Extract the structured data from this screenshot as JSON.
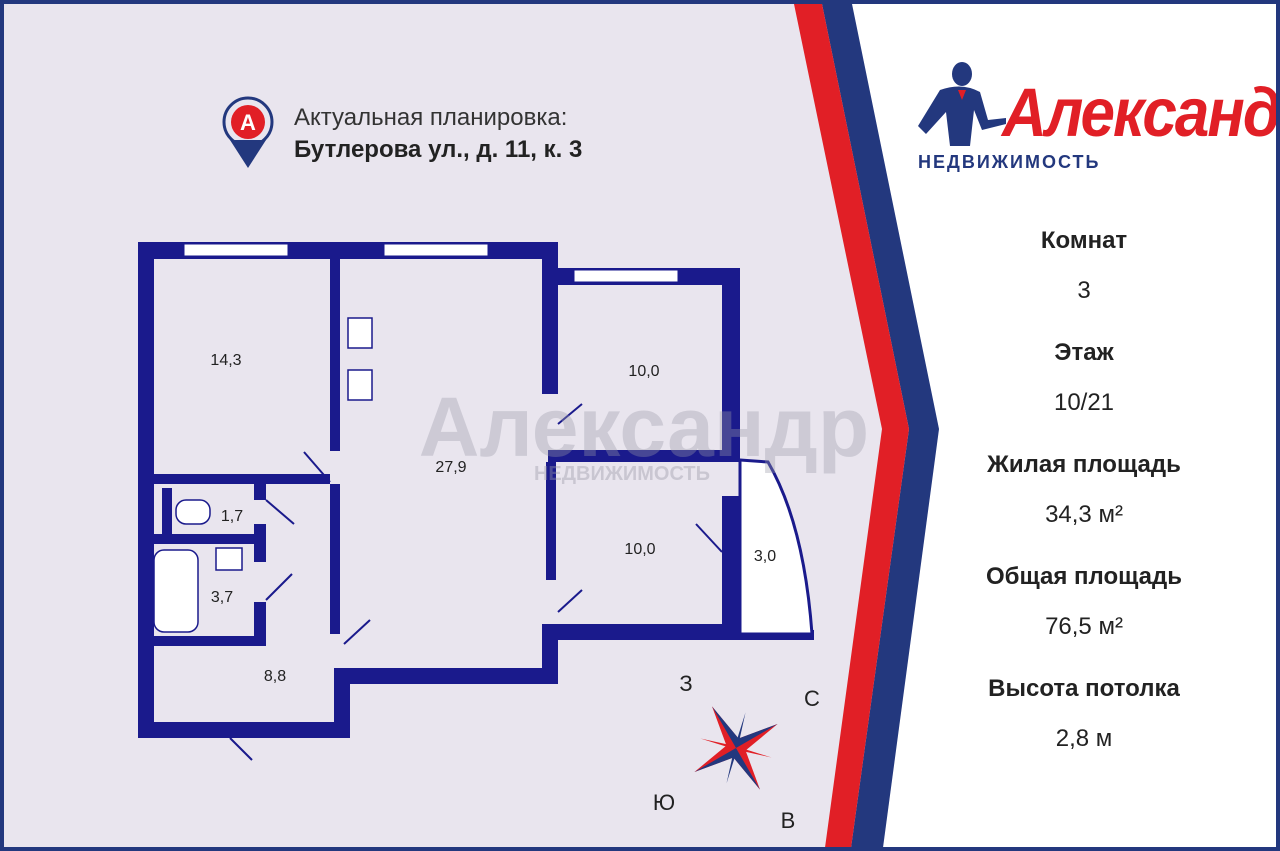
{
  "header": {
    "icon": "location-pin-icon",
    "pin_letter": "A",
    "line1": "Актуальная планировка:",
    "line2": "Бутлерова ул., д. 11, к. 3"
  },
  "brand": {
    "name": "Александр",
    "subtitle": "НЕДВИЖИМОСТЬ",
    "watermark_name": "Александр",
    "watermark_sub": "НЕДВИЖИМОСТЬ",
    "colors": {
      "red": "#e11f26",
      "navy": "#23387e",
      "background": "#e9e5ee",
      "walls": "#1a1a8c"
    }
  },
  "rooms": [
    {
      "id": "room-a",
      "area": "14,3"
    },
    {
      "id": "kitchen-living",
      "area": "27,9"
    },
    {
      "id": "room-b",
      "area": "10,0"
    },
    {
      "id": "room-c",
      "area": "10,0"
    },
    {
      "id": "toilet",
      "area": "1,7"
    },
    {
      "id": "bathroom",
      "area": "3,7"
    },
    {
      "id": "hall",
      "area": "8,8"
    },
    {
      "id": "balcony",
      "area": "3,0"
    }
  ],
  "compass": {
    "west": "З",
    "north": "С",
    "south": "Ю",
    "east": "В"
  },
  "info": [
    {
      "label": "Комнат",
      "value": "3"
    },
    {
      "label": "Этаж",
      "value": "10/21"
    },
    {
      "label": "Жилая площадь",
      "value": "34,3 м²"
    },
    {
      "label": "Общая площадь",
      "value": "76,5 м²"
    },
    {
      "label": "Высота потолка",
      "value": "2,8 м"
    }
  ]
}
